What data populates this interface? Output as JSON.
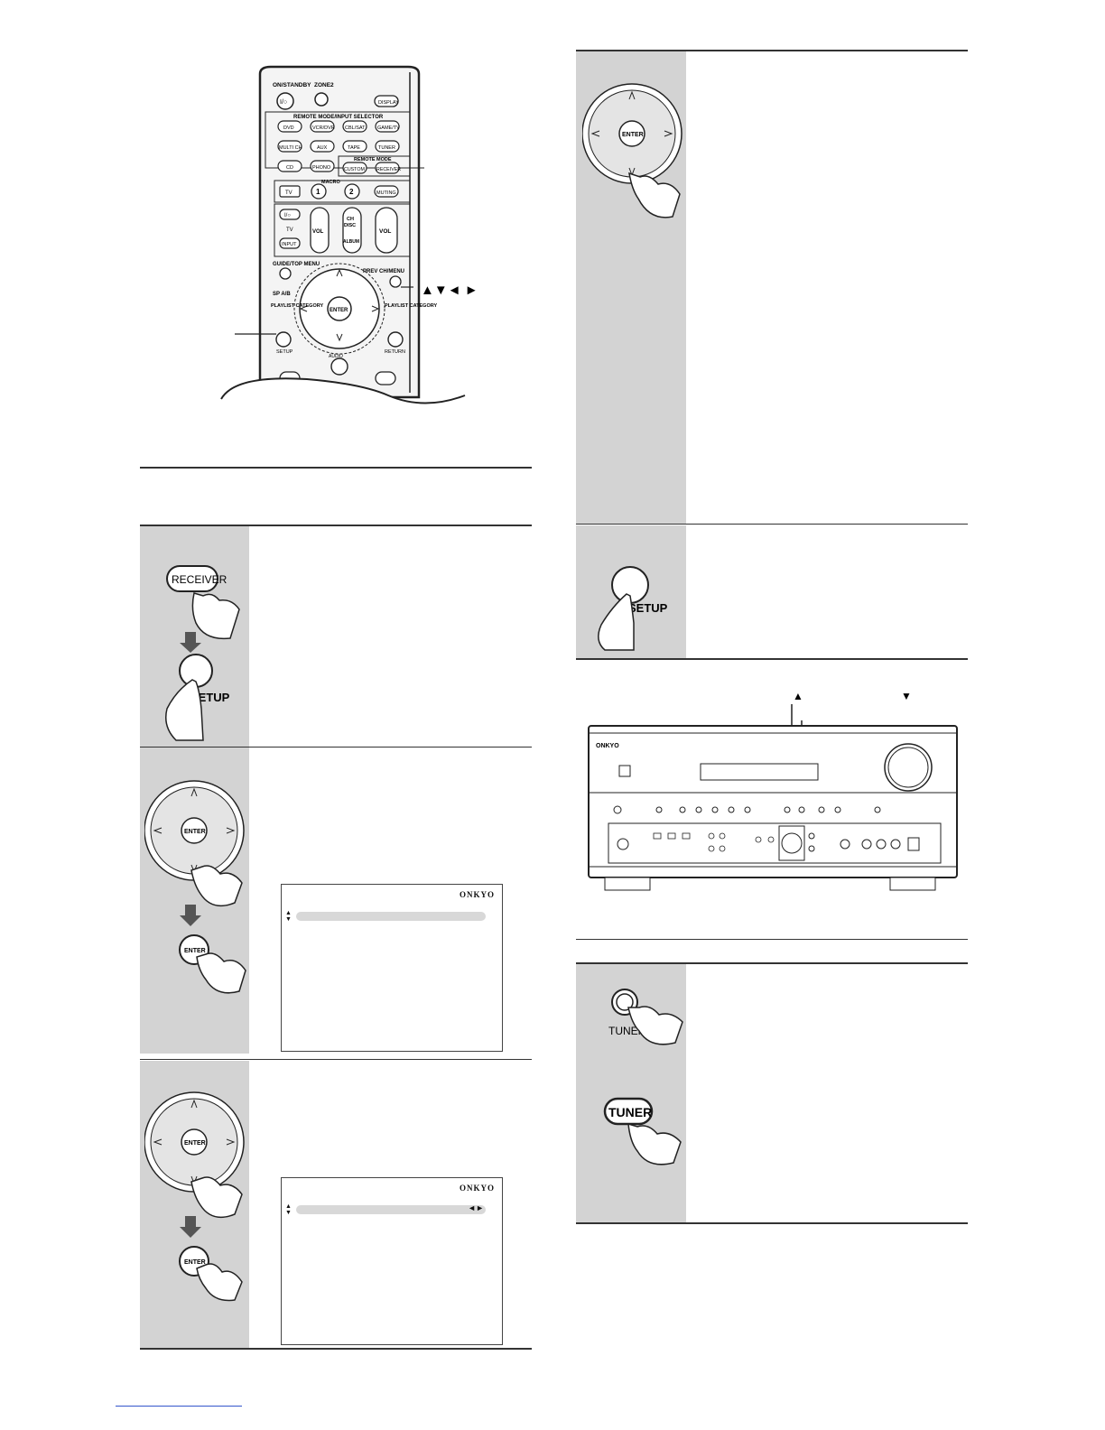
{
  "remote": {
    "labels": {
      "on_standby": "ON/STANDBY",
      "zone2": "ZONE2",
      "display": "DISPLAY",
      "power_symbol": "I/○",
      "remote_mode_input_selector": "REMOTE MODE/INPUT SELECTOR",
      "row1": [
        "DVD",
        "VCR/DVR",
        "CBL/SAT",
        "GAME/TV"
      ],
      "row2": [
        "MULTI CH",
        "AUX",
        "TAPE",
        "TUNER"
      ],
      "row3": [
        "CD",
        "PHONO"
      ],
      "remote_mode": "REMOTE MODE",
      "custom": "CUSTOM",
      "receiver": "RECEIVER",
      "tv": "TV",
      "macro": "MACRO",
      "macro1": "1",
      "macro2": "2",
      "muting": "MUTING",
      "tv_label": "TV",
      "input": "INPUT",
      "vol": "VOL",
      "ch": "CH",
      "disc": "DISC",
      "album": "ALBUM",
      "guide_top_menu": "GUIDE/TOP MENU",
      "prev_ch_menu": "PREV CH/MENU",
      "sp_ab": "SP A/B",
      "playlist_left": "PLAYLIST CATEGORY",
      "playlist_right": "PLAYLIST CATEGORY",
      "enter": "ENTER",
      "setup": "SETUP",
      "return": "RETURN",
      "audio": "AUDIO"
    },
    "arrows_callout": "▲▼◄ ►"
  },
  "steps_left": {
    "step1": {
      "receiver_button": "RECEIVER",
      "setup_button": "SETUP"
    },
    "step2": {
      "enter_dial": "ENTER",
      "enter_button": "ENTER",
      "screen_logo": "ONKYO"
    },
    "step3": {
      "enter_dial": "ENTER",
      "enter_button": "ENTER",
      "screen_logo": "ONKYO"
    }
  },
  "steps_right": {
    "step4": {
      "enter_dial": "ENTER"
    },
    "step5": {
      "setup_button": "SETUP"
    }
  },
  "front_panel": {
    "brand": "ONKYO",
    "up_arrow": "▲",
    "down_arrow": "▼"
  },
  "tuner_step": {
    "small_button": "TUNER",
    "large_button": "TUNER"
  }
}
